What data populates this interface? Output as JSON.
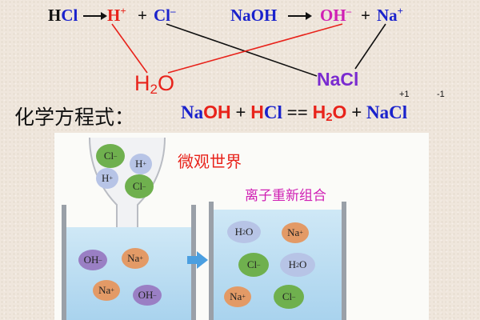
{
  "top_row": {
    "hcl": {
      "h": "H",
      "cl": "Cl"
    },
    "hplus": {
      "base": "H",
      "charge": "+"
    },
    "plus1": "+",
    "clminus": {
      "base": "Cl",
      "charge": "–"
    },
    "naoh": "NaOH",
    "ohminus": {
      "base": "OH",
      "charge": "–"
    },
    "plus2": "+",
    "naplus": {
      "base": "Na",
      "charge": "+"
    }
  },
  "products": {
    "water": {
      "h": "H",
      "sub": "2",
      "o": "O"
    },
    "nacl": "NaCl"
  },
  "equation": {
    "label": "化学方程式：",
    "naoh": {
      "na": "Na",
      "oh": "OH"
    },
    "plus1": "+",
    "hcl": {
      "h": "H",
      "cl": "Cl"
    },
    "equals": "==",
    "water": {
      "h": "H",
      "sub": "2",
      "o": "O"
    },
    "plus2": "+",
    "nacl": "NaCl",
    "valence": {
      "na": "+1",
      "cl": "-1"
    }
  },
  "illustration": {
    "title": "微观世界",
    "subtitle": "离子重新组合",
    "funnel_ions": [
      {
        "base": "Cl",
        "charge": "–",
        "color": "#6fb04e"
      },
      {
        "base": "H",
        "charge": "+",
        "color": "#b7c4e6"
      },
      {
        "base": "H",
        "charge": "+",
        "color": "#b7c4e6"
      },
      {
        "base": "Cl",
        "charge": "–",
        "color": "#6fb04e"
      }
    ],
    "left_beaker_ions": [
      {
        "base": "OH",
        "charge": "–",
        "color": "#9a7fc4"
      },
      {
        "base": "Na",
        "charge": "+",
        "color": "#e39a66"
      },
      {
        "base": "Na",
        "charge": "+",
        "color": "#e39a66"
      },
      {
        "base": "OH",
        "charge": "–",
        "color": "#9a7fc4"
      }
    ],
    "right_beaker_ions": [
      {
        "base": "H",
        "sub": "2",
        "o": "O",
        "color": "#b7c4e6"
      },
      {
        "base": "Na",
        "charge": "+",
        "color": "#e39a66"
      },
      {
        "base": "Cl",
        "charge": "–",
        "color": "#6fb04e"
      },
      {
        "base": "H",
        "sub": "2",
        "o": "O",
        "color": "#b7c4e6"
      },
      {
        "base": "Na",
        "charge": "+",
        "color": "#e39a66"
      },
      {
        "base": "Cl",
        "charge": "–",
        "color": "#6fb04e"
      }
    ]
  },
  "colors": {
    "black": "#111111",
    "red": "#e8231b",
    "blue": "#1a22cc",
    "magenta": "#d01fb4",
    "purple": "#7a2bd0"
  }
}
